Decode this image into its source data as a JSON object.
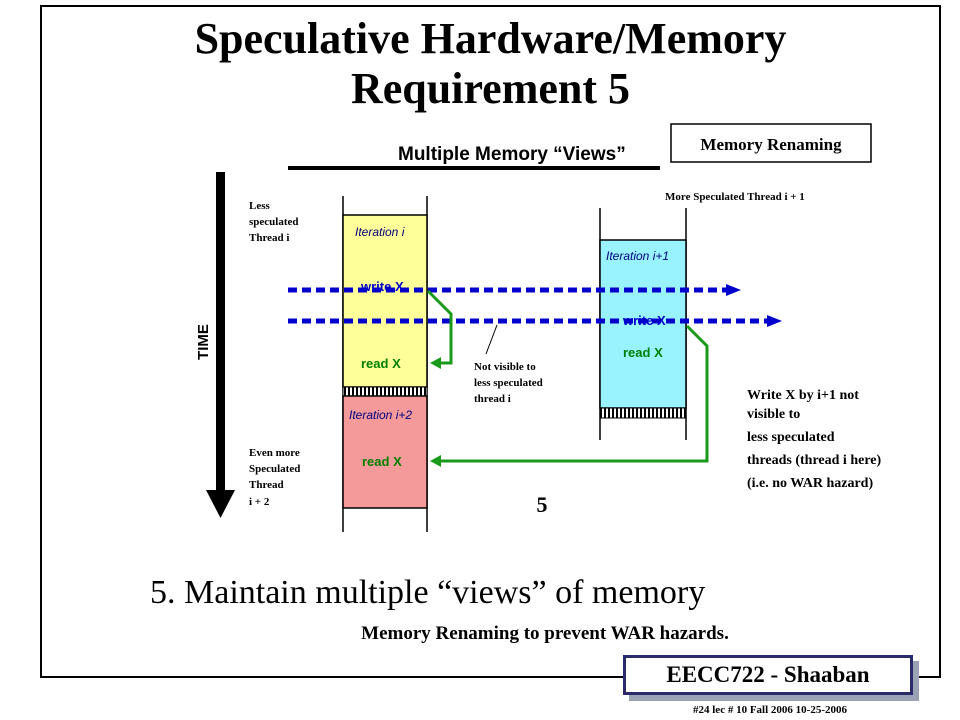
{
  "slide": {
    "title_line1": "Speculative Hardware/Memory",
    "title_line2": "Requirement 5",
    "point": "5. Maintain multiple “views” of memory",
    "subpoint": "Memory Renaming to prevent  WAR hazards.",
    "badge": "EECC722 - Shaaban",
    "footer": "#24   lec # 10    Fall 2006   10-25-2006"
  },
  "diagram": {
    "heading": "Multiple Memory “Views”",
    "tag": "Memory  Renaming",
    "time_label": "TIME",
    "number": "5",
    "left_label": [
      "Less",
      "speculated",
      "Thread  i"
    ],
    "left_bottom_label": [
      "Even more",
      "Speculated",
      "Thread",
      "i + 2"
    ],
    "right_label": "More Speculated Thread  i + 1",
    "mid_note": [
      "Not visible to",
      "less speculated",
      "thread i"
    ],
    "right_note": [
      "Write X by i+1 not",
      "visible to",
      "less speculated",
      "threads (thread i here)",
      "(i.e. no WAR hazard)"
    ],
    "iter_i": {
      "label": "Iteration i",
      "write": "write X",
      "read": "read X"
    },
    "iter_i1": {
      "label": "Iteration i+1",
      "write": "write X",
      "read": "read X"
    },
    "iter_i2": {
      "label": "Iteration i+2",
      "read": "read X"
    },
    "colors": {
      "yellow": "#ffff99",
      "cyan": "#99f3ff",
      "pink": "#f49a9a",
      "blue": "#0000cc",
      "green": "#1a9a1a",
      "text_green": "#008000"
    }
  }
}
